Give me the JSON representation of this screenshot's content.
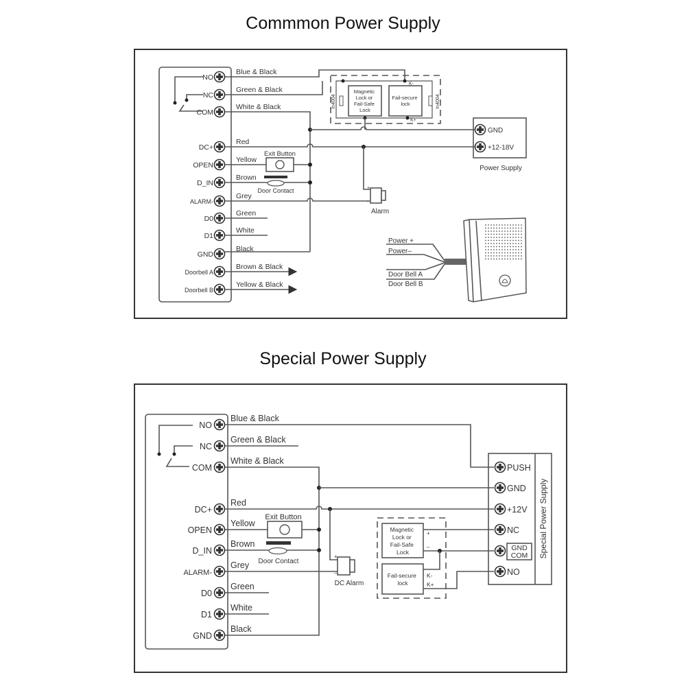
{
  "titles": {
    "common": "Commmon Power Supply",
    "special": "Special Power Supply"
  },
  "common": {
    "terminals": [
      {
        "label": "NO",
        "wire": "Blue & Black"
      },
      {
        "label": "NC",
        "wire": "Green & Black"
      },
      {
        "label": "COM",
        "wire": "White & Black"
      },
      {
        "label": "DC+",
        "wire": "Red"
      },
      {
        "label": "OPEN",
        "wire": "Yellow"
      },
      {
        "label": "D_IN",
        "wire": "Brown"
      },
      {
        "label": "ALARM-",
        "wire": "Grey"
      },
      {
        "label": "D0",
        "wire": "Green"
      },
      {
        "label": "D1",
        "wire": "White"
      },
      {
        "label": "GND",
        "wire": "Black"
      },
      {
        "label": "Doorbell A",
        "wire": "Brown & Black"
      },
      {
        "label": "Doorbell B",
        "wire": "Yellow & Black"
      }
    ],
    "exit_button": "Exit Button",
    "door_contact": "Door Contact",
    "lock_magnetic": [
      "Magnetic",
      "Lock or",
      "Fail-Safe",
      "Lock"
    ],
    "lock_fail_secure": [
      "Fail-secure",
      "lock"
    ],
    "diode": "In4004",
    "k_minus": "K-",
    "k_plus": "K+",
    "minus": "-",
    "plus": "+",
    "power_supply": {
      "label": "Power Supply",
      "terminals": [
        "GND",
        "+12-18V"
      ]
    },
    "alarm": "Alarm",
    "doorbell_wires": [
      "Power +",
      "Power–",
      "Door Bell  A",
      "Door Bell  B"
    ]
  },
  "special": {
    "terminals": [
      {
        "label": "NO",
        "wire": "Blue & Black"
      },
      {
        "label": "NC",
        "wire": "Green & Black"
      },
      {
        "label": "COM",
        "wire": "White & Black"
      },
      {
        "label": "DC+",
        "wire": "Red"
      },
      {
        "label": "OPEN",
        "wire": "Yellow"
      },
      {
        "label": "D_IN",
        "wire": "Brown"
      },
      {
        "label": "ALARM-",
        "wire": "Grey"
      },
      {
        "label": "D0",
        "wire": "Green"
      },
      {
        "label": "D1",
        "wire": "White"
      },
      {
        "label": "GND",
        "wire": "Black"
      }
    ],
    "exit_button": "Exit Button",
    "door_contact": "Door Contact",
    "alarm": "DC Alarm",
    "lock_magnetic": [
      "Magnetic",
      "Lock or",
      "Fail-Safe",
      "Lock"
    ],
    "lock_fail_secure": [
      "Fail-secure",
      "lock"
    ],
    "k_minus": "K-",
    "k_plus": "K+",
    "plus": "+",
    "minus": "–",
    "power_supply": {
      "label": "Special Power Supply",
      "terminals": [
        "PUSH",
        "GND",
        "+12V",
        "NC",
        "GND COM",
        "NO"
      ],
      "gnd_com_lines": [
        "GND",
        "COM"
      ]
    }
  }
}
